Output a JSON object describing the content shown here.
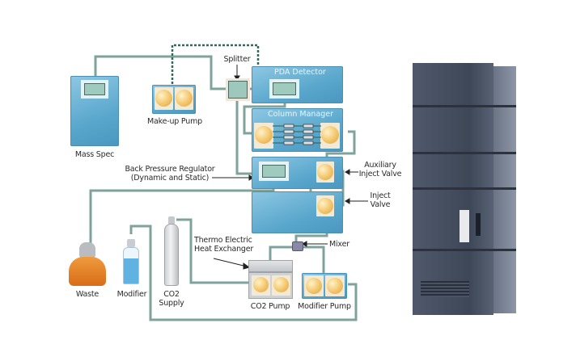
{
  "diagram": {
    "title": "SFC system flow diagram",
    "modules": {
      "mass_spec": "Mass Spec",
      "makeup_pump": "Make-up Pump",
      "splitter": "Splitter",
      "pda_detector": "PDA Detector",
      "column_manager": "Column Manager",
      "bpr_line1": "Back Pressure Regulator",
      "bpr_line2": "(Dynamic and Static)",
      "aux_valve_line1": "Auxiliary",
      "aux_valve_line2": "Inject Valve",
      "inject_valve_line1": "Inject",
      "inject_valve_line2": "Valve",
      "waste": "Waste",
      "modifier": "Modifier",
      "co2_supply_line1": "CO2",
      "co2_supply_line2": "Supply",
      "thermo_line1": "Thermo Electric",
      "thermo_line2": "Heat Exchanger",
      "mixer": "Mixer",
      "co2_pump": "CO2 Pump",
      "modifier_pump": "Modifier Pump"
    },
    "colors": {
      "module_blue": "#5aa7cd",
      "tubing": "#5f8f86",
      "tubing_dashed": "#2e6b5a",
      "waste_orange": "#e07a1f",
      "instrument_gray": "#4a5466"
    },
    "photo": "instrument-stack-photo"
  }
}
